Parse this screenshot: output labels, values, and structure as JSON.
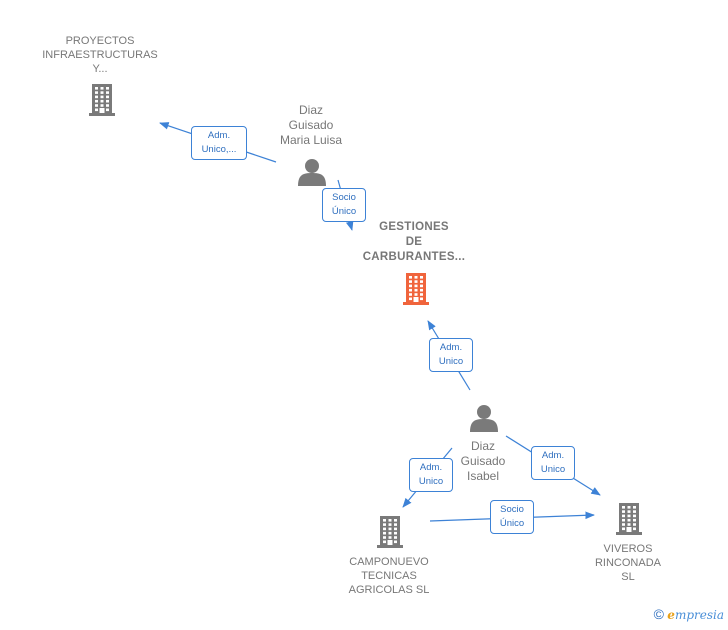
{
  "colors": {
    "edge": "#3d82d6",
    "company": "#7a7a7a",
    "focus": "#f0643c",
    "person": "#7a7a7a",
    "text": "#777777",
    "brand_e": "#e8a11a"
  },
  "nodes": [
    {
      "id": "proyectos",
      "kind": "company",
      "icon": "building-icon",
      "lines": [
        "PROYECTOS",
        "INFRAESTRUCTURAS",
        "Y..."
      ]
    },
    {
      "id": "maria-luisa",
      "kind": "person",
      "icon": "person-icon",
      "lines": [
        "Diaz",
        "Guisado",
        "Maria Luisa"
      ]
    },
    {
      "id": "gestiones",
      "kind": "focus",
      "icon": "building-icon",
      "lines": [
        "GESTIONES",
        "DE",
        "CARBURANTES..."
      ]
    },
    {
      "id": "isabel",
      "kind": "person",
      "icon": "person-icon",
      "lines": [
        "Diaz",
        "Guisado",
        "Isabel"
      ]
    },
    {
      "id": "camponuevo",
      "kind": "company",
      "icon": "building-icon",
      "lines": [
        "CAMPONUEVO",
        "TECNICAS",
        "AGRICOLAS SL"
      ]
    },
    {
      "id": "viveros",
      "kind": "company",
      "icon": "building-icon",
      "lines": [
        "VIVEROS",
        "RINCONADA",
        "SL"
      ]
    }
  ],
  "edges": [
    {
      "from": "maria-luisa",
      "to": "proyectos",
      "lines": [
        "Adm.",
        "Unico,..."
      ]
    },
    {
      "from": "maria-luisa",
      "to": "gestiones",
      "lines": [
        "Socio",
        "Único"
      ]
    },
    {
      "from": "isabel",
      "to": "gestiones",
      "lines": [
        "Adm.",
        "Unico"
      ]
    },
    {
      "from": "isabel",
      "to": "camponuevo",
      "lines": [
        "Adm.",
        "Unico"
      ]
    },
    {
      "from": "isabel",
      "to": "viveros",
      "lines": [
        "Adm.",
        "Unico"
      ]
    },
    {
      "from": "camponuevo",
      "to": "viveros",
      "lines": [
        "Socio",
        "Único"
      ]
    }
  ],
  "footer": {
    "copyright_symbol": "©",
    "brand_first": "e",
    "brand_rest": "mpresia"
  }
}
